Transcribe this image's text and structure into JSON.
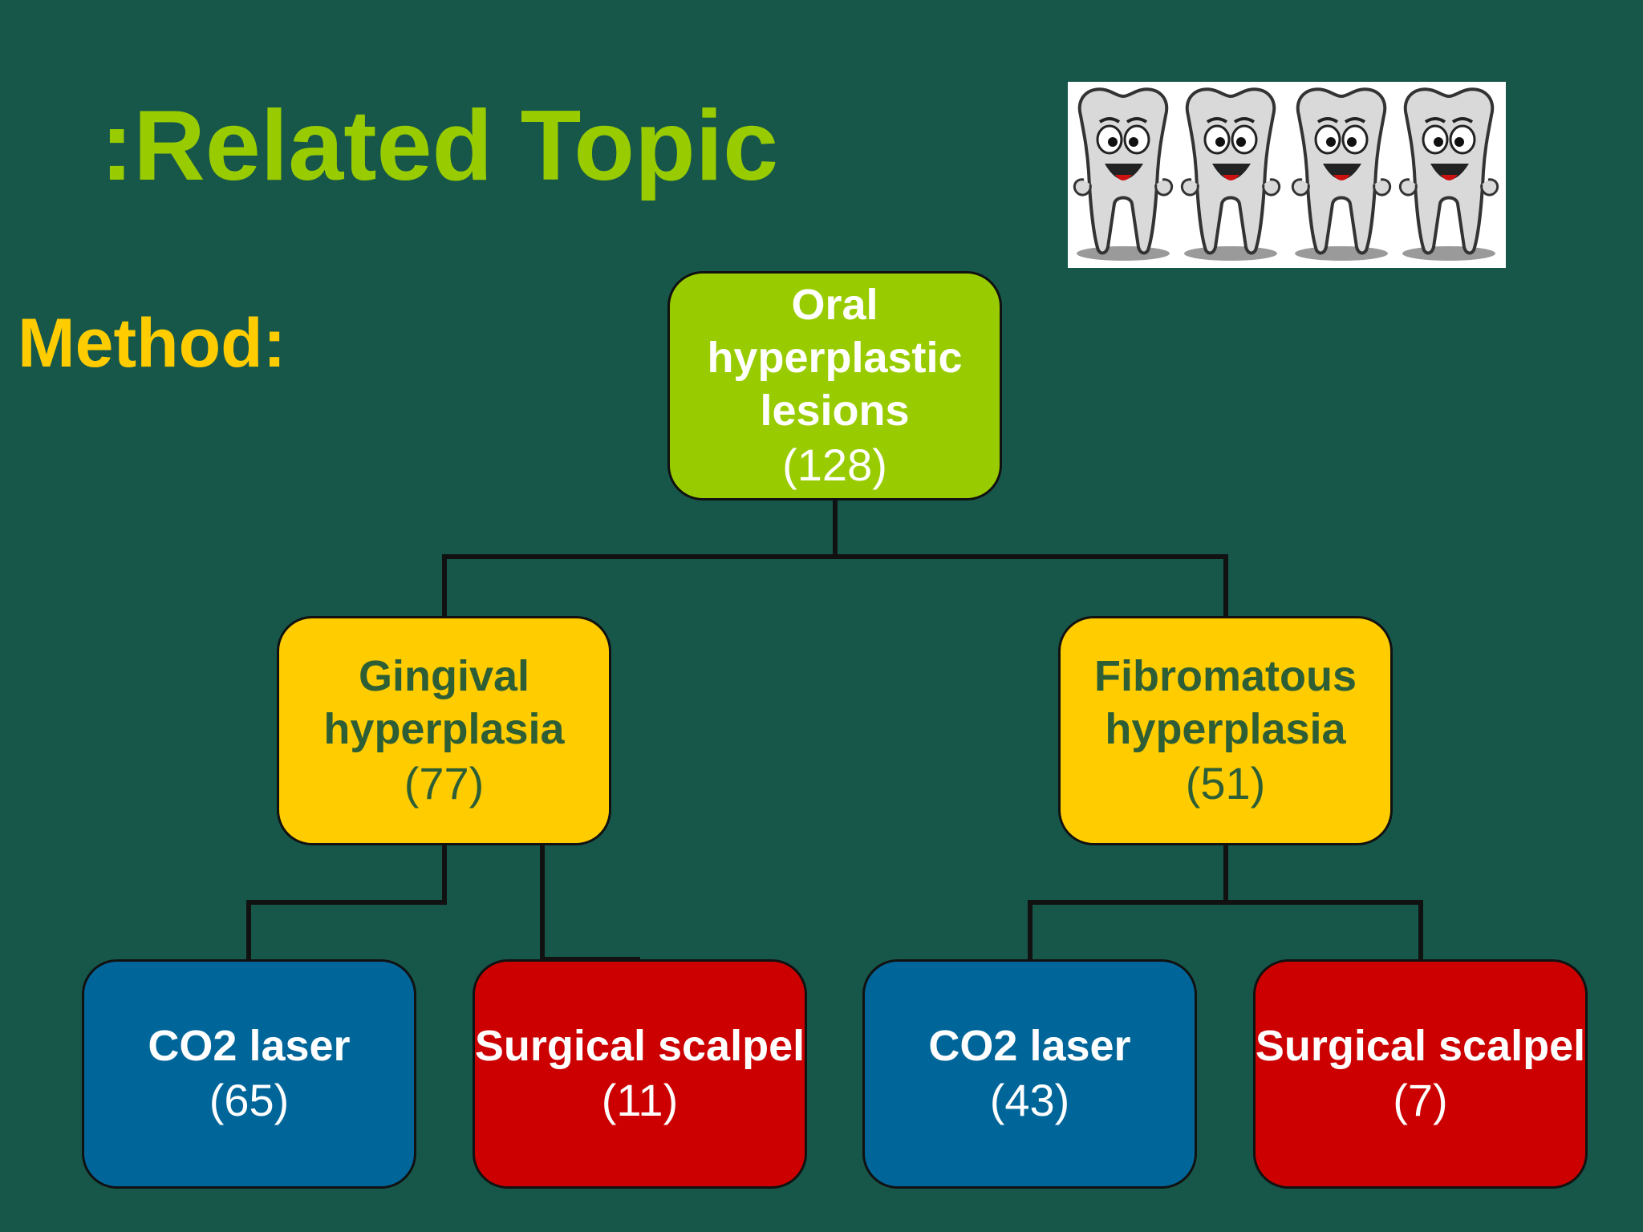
{
  "slide": {
    "title": ":Related Topic",
    "subtitle": "Method:"
  },
  "clipart": {
    "icon": "cartoon-teeth-icon",
    "count": 4
  },
  "diagram": {
    "root": {
      "label": "Oral\nhyperplastic\nlesions",
      "count": "(128)",
      "color": "#99cc00"
    },
    "gingival": {
      "label": "Gingival\nhyperplasia",
      "count": "(77)",
      "color": "#ffcc00"
    },
    "fibromatous": {
      "label": "Fibromatous\nhyperplasia",
      "count": "(51)",
      "color": "#ffcc00"
    },
    "gingival_co2": {
      "label": "CO2 laser",
      "count": "(65)",
      "color": "#00669a"
    },
    "gingival_scalpel": {
      "label": "Surgical scalpel",
      "count": "(11)",
      "color": "#cc0000"
    },
    "fibromatous_co2": {
      "label": "CO2 laser",
      "count": "(43)",
      "color": "#00669a"
    },
    "fibromatous_scalpel": {
      "label": "Surgical scalpel",
      "count": "(7)",
      "color": "#cc0000"
    }
  },
  "colors": {
    "background": "#16574a",
    "title": "#99cc00",
    "subtitle": "#ffcc00",
    "connector": "#111111"
  }
}
